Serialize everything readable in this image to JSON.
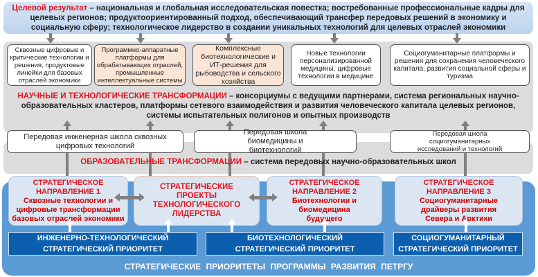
{
  "target": {
    "label": "Целевой результат",
    "text": " – национальная и глобальная исследовательская повестка; востребованные профессиональные кадры для целевых регионов; продуктоориентированный подход, обеспечивающий трансфер передовых решений в экономику и социальную сферу; технологическое лидерство в создании уникальных технологий для целевых отраслей экономики"
  },
  "results": [
    "Сквозные цифровые и критические технологии и решения, продуктовые линейки для базовых отраслей экономики",
    "Программно-аппаратные платформы для обрабатывающих отраслей, промышленные интеллектуальные системы",
    "Комплексные биотехнологические и ИТ-решения для рыбоводства и сельского хозяйства",
    "Новые технологии персонализированной медицины, цифровые технологии в медицине",
    "Социогуманитарные платформы и решения для сохранения человеческого капитала, развития социальной сферы и туризма"
  ],
  "sci": {
    "label": "НАУЧНЫЕ И ТЕХНОЛОГИЧЕСКИЕ ТРАНСФОРМАЦИИ",
    "text": " – консорциумы с ведущими партнерами, система региональных научно-образовательных кластеров, платформы сетевого взаимодействия и развития человеческого капитала целевых регионов, системы испытательных полигонов и опытных производств"
  },
  "schools": [
    "Передовая инженерная школа сквозных цифровых технологий",
    "Передовая школа биомедицины и биотехнологий",
    "Передовая школа социогуманитарных исследований и технологий"
  ],
  "edu": {
    "label": "ОБРАЗОВАТЕЛЬНЫЕ ТРАНСФОРМАЦИИ",
    "text": " – система передовых научно-образовательных школ"
  },
  "directions": [
    {
      "title": "СТРАТЕГИЧЕСКОЕ НАПРАВЛЕНИЕ 1",
      "text": "Сквозные технологии и цифровые трансформации базовых отраслей экономики"
    },
    {
      "title": "СТРАТЕГИЧЕСКИЕ ПРОЕКТЫ ТЕХНОЛОГИЧЕСКОГО ЛИДЕРСТВА",
      "text": ""
    },
    {
      "title": "СТРАТЕГИЧЕСКОЕ НАПРАВЛЕНИЕ 2",
      "text": "Биотехнологии и биомедицина будущего"
    },
    {
      "title": "СТРАТЕГИЧЕСКОЕ НАПРАВЛЕНИЕ 3",
      "text": "Социогуманитарные драйверы развития Севера и Арктики"
    }
  ],
  "priorities": [
    {
      "l1": "ИНЖЕНЕРНО-ТЕХНОЛОГИЧЕСКИЙ",
      "l2": "СТРАТЕГИЧЕСКИЙ ПРИОРИТЕТ"
    },
    {
      "l1": "БИОТЕХНОЛОГИЧЕСКИЙ",
      "l2": "СТРАТЕГИЧЕСКИЙ ПРИОРИТЕТ"
    },
    {
      "l1": "СОЦИОГУМАНИТАРНЫЙ",
      "l2": "СТРАТЕГИЧЕСКИЙ ПРИОРИТЕТ"
    }
  ],
  "footer": "СТРАТЕГИЧЕСКИЕ ПРИОРИТЕТЫ ПРОГРАММЫ РАЗВИТИЯ ПЕТРГУ"
}
